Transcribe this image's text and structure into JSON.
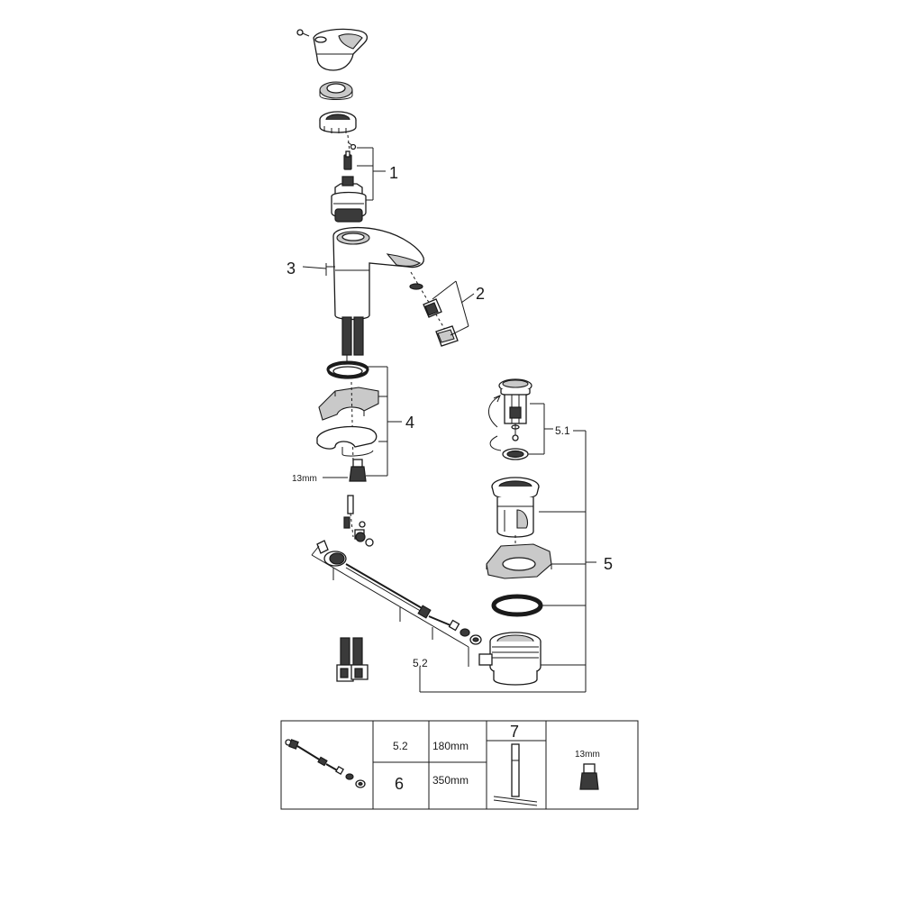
{
  "callouts": {
    "c1": "1",
    "c2": "2",
    "c3": "3",
    "c4": "4",
    "c5": "5",
    "c51": "5.1",
    "c52": "5.2",
    "wrench_size": "13mm"
  },
  "table": {
    "row1_label": "5.2",
    "row1_value": "180mm",
    "row2_label": "6",
    "row2_value": "350mm",
    "tool_label": "7",
    "nut_size": "13mm"
  }
}
